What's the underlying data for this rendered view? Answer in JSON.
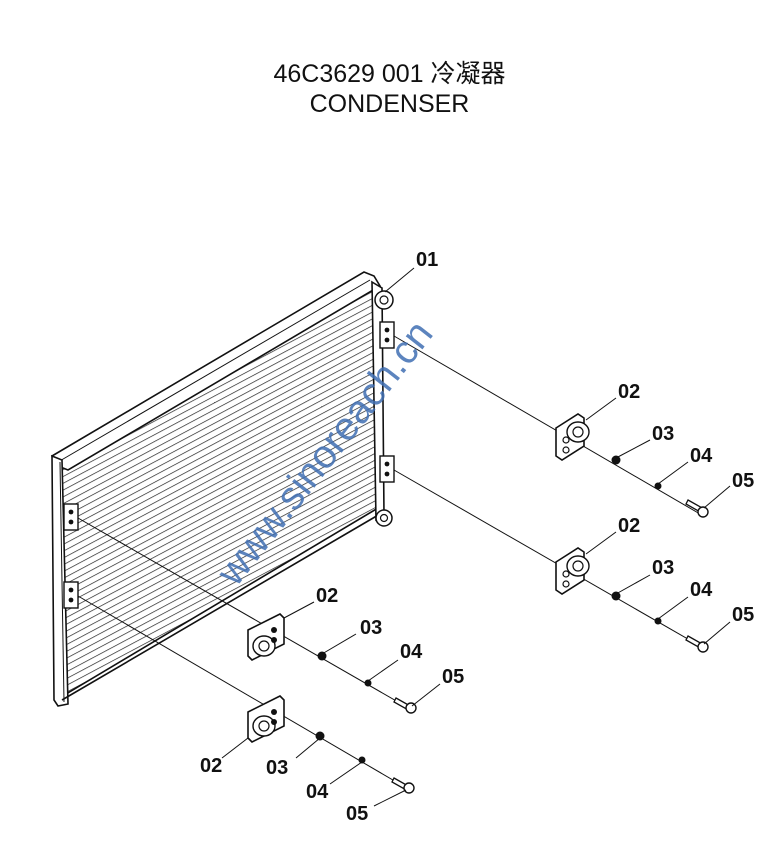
{
  "title": {
    "part_line": "46C3629 001  冷凝器",
    "name_line": "CONDENSER"
  },
  "watermark": "www.sinoreach.cn",
  "callouts": {
    "main": "01",
    "bracket": "02",
    "washer_a": "03",
    "washer_b": "04",
    "bolt": "05"
  },
  "colors": {
    "line": "#111111",
    "watermark": "#3f6fb3"
  }
}
